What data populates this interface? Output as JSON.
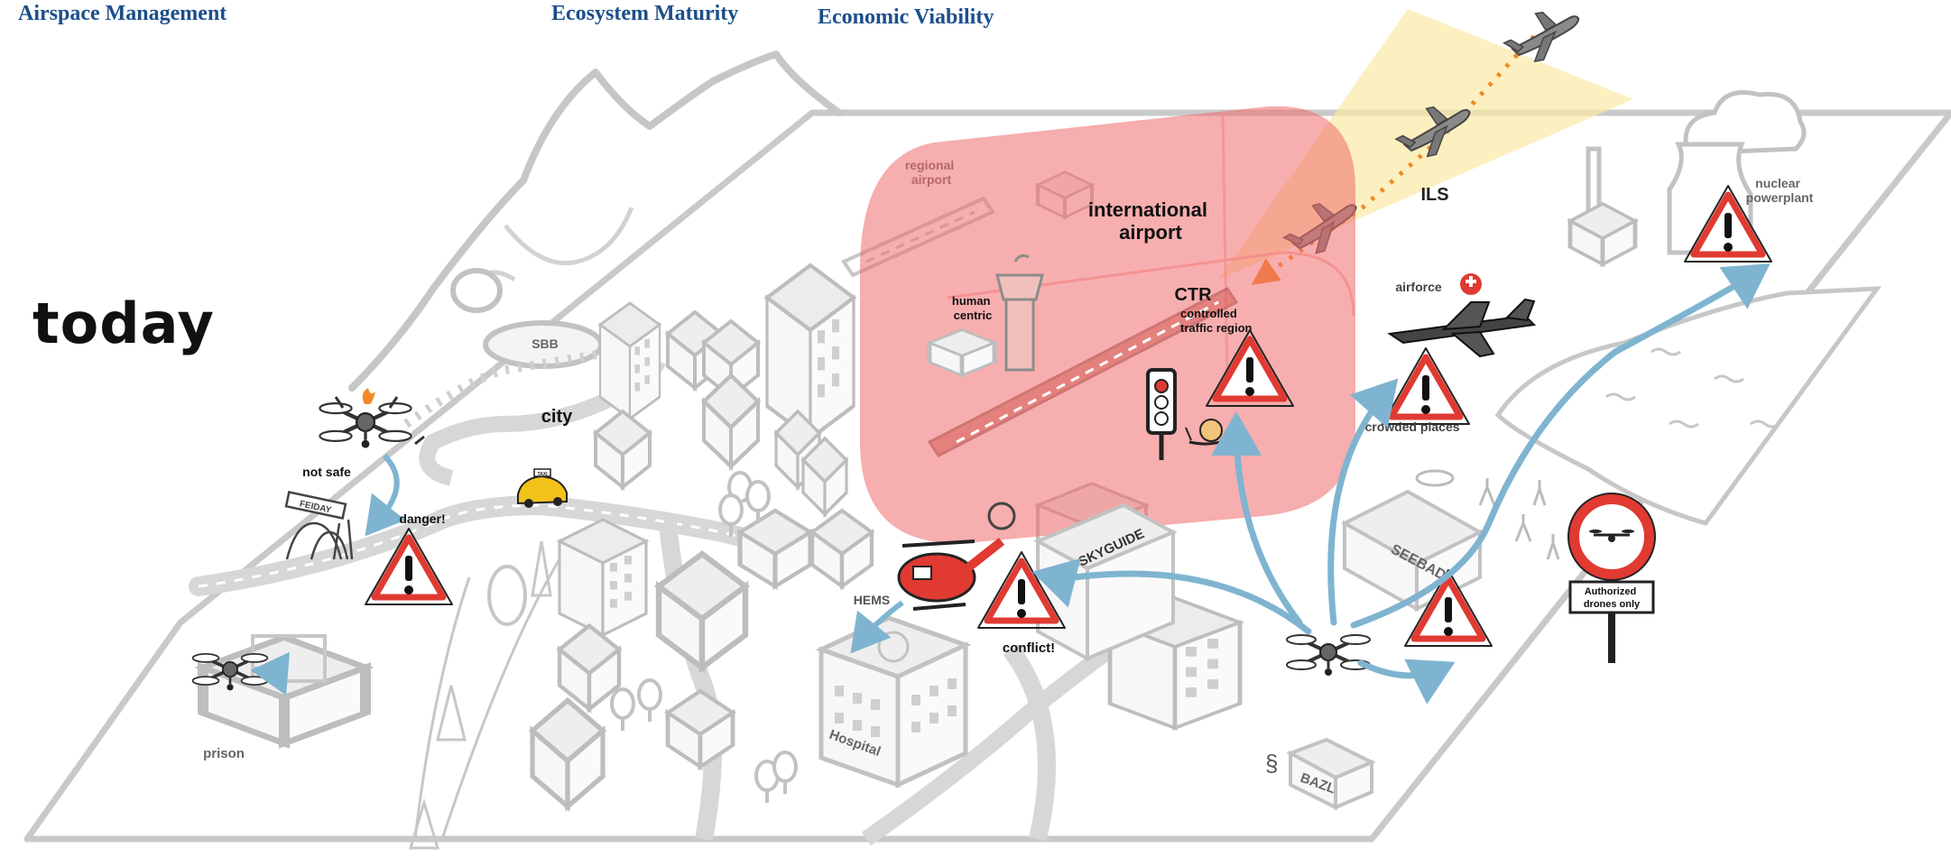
{
  "headers": {
    "airspace": "Airspace Management",
    "ecosystem": "Ecosystem Maturity",
    "economic": "Economic Viability"
  },
  "period": "today",
  "labels": {
    "regional_airport": [
      "regional",
      "airport"
    ],
    "international_airport": [
      "international",
      "airport"
    ],
    "ils": "ILS",
    "ctr": "CTR",
    "ctr_sub": [
      "controlled",
      "traffic region"
    ],
    "human_centric": [
      "human",
      "centric"
    ],
    "airforce": "airforce",
    "nuclear": [
      "nuclear",
      "powerplant"
    ],
    "crowded": "crowded places",
    "sbb": "SBB",
    "city": "city",
    "not_safe": "not safe",
    "danger": "danger!",
    "prison": "prison",
    "hems": "HEMS",
    "conflict": "conflict!",
    "skyguide": "SKYGUIDE",
    "seebad": "SEEBAD",
    "hospital": "Hospital",
    "bazl": "BAZL",
    "taxi": "TAXI",
    "feiday": "FEIDAY",
    "sign_text": [
      "Authorized",
      "drones only"
    ]
  },
  "colors": {
    "header_blue": "#1b4f8a",
    "ctr_zone": "#f26d6d",
    "ils_beam": "#fbe9a6",
    "flight_arrow": "#7fb4d0",
    "warning_red": "#e03a32",
    "building_gray": "#c8c8c8",
    "taxi_yellow": "#f3c21a",
    "ils_path": "#f08a24"
  },
  "icons": [
    "warning-triangle-icon",
    "drone-icon",
    "helicopter-icon",
    "airplane-icon",
    "fighter-jet-icon",
    "traffic-light-icon",
    "snail-icon",
    "no-drones-sign-icon",
    "red-cross-icon",
    "taxi-icon"
  ]
}
